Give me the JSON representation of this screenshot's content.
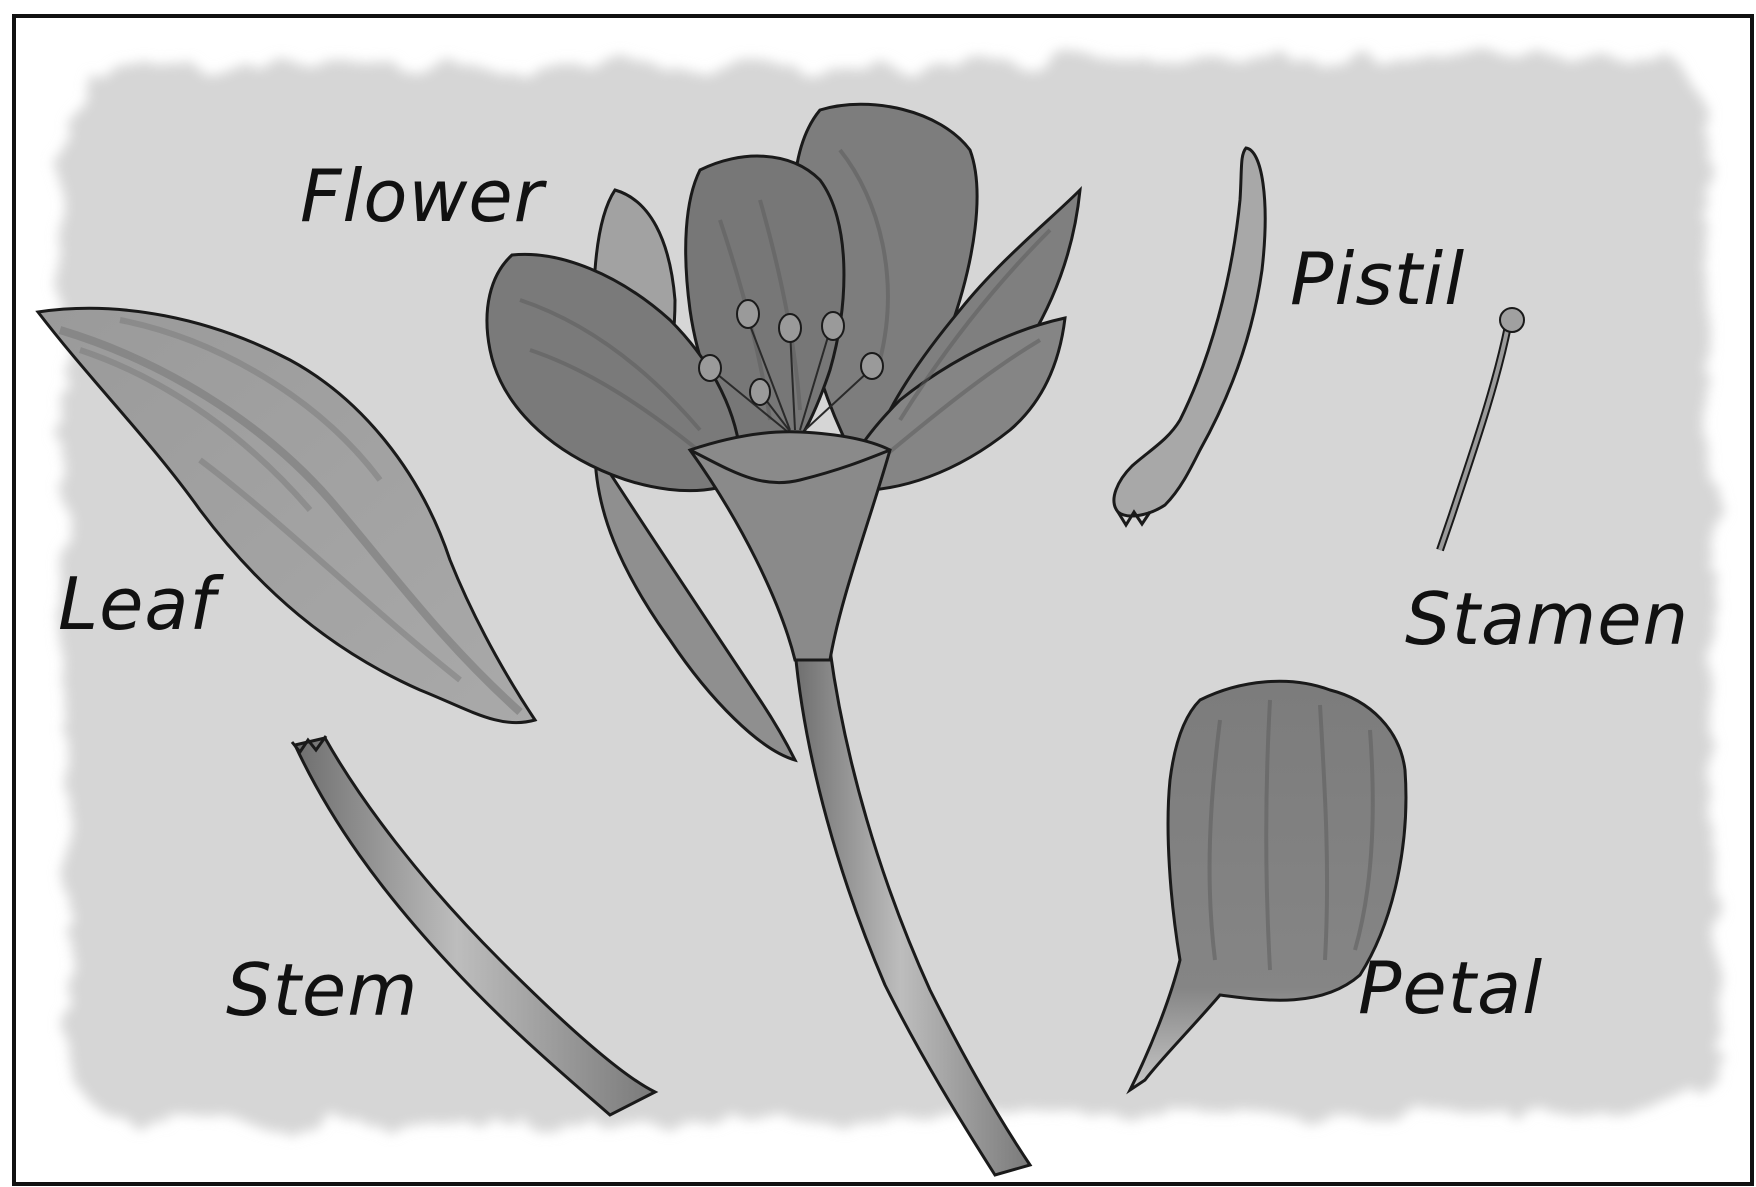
{
  "diagram": {
    "labels": {
      "flower": "Flower",
      "pistil": "Pistil",
      "leaf": "Leaf",
      "stamen": "Stamen",
      "stem": "Stem",
      "petal": "Petal"
    },
    "colors": {
      "frame": "#111111",
      "background_wash": "#d6d6d6",
      "plant_dark": "#6e6e6e",
      "plant_mid": "#8c8c8c",
      "plant_light": "#b4b4b4",
      "outline": "#1a1a1a"
    }
  }
}
